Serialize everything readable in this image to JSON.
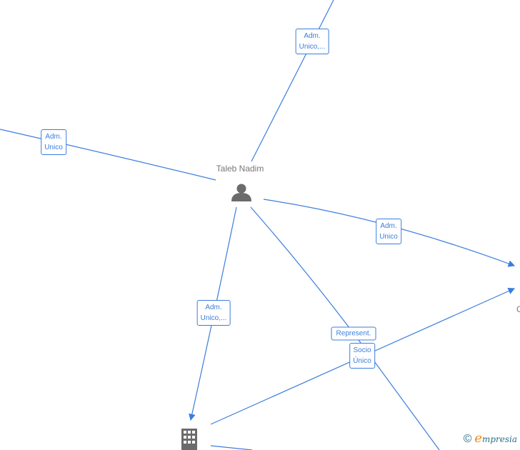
{
  "nodes": {
    "person": {
      "name": "Taleb Nadim",
      "icon": "person-icon"
    },
    "company_bottom": {
      "icon": "building-icon"
    },
    "right_partial": {
      "name": "C"
    }
  },
  "edges": [
    {
      "label1": "Adm.",
      "label2": "Unico,..."
    },
    {
      "label1": "Adm.",
      "label2": "Unico"
    },
    {
      "label1": "Adm.",
      "label2": "Unico"
    },
    {
      "label1": "Adm.",
      "label2": "Unico,..."
    },
    {
      "label1": "Represent."
    },
    {
      "label1": "Socio",
      "label2": "Único"
    }
  ],
  "watermark": {
    "symbol": "©",
    "brand_e": "e",
    "brand_rest": "mpresia"
  },
  "colors": {
    "edge": "#3b7ddd",
    "node": "#6b6b6b",
    "brand": "#f28a1c"
  }
}
